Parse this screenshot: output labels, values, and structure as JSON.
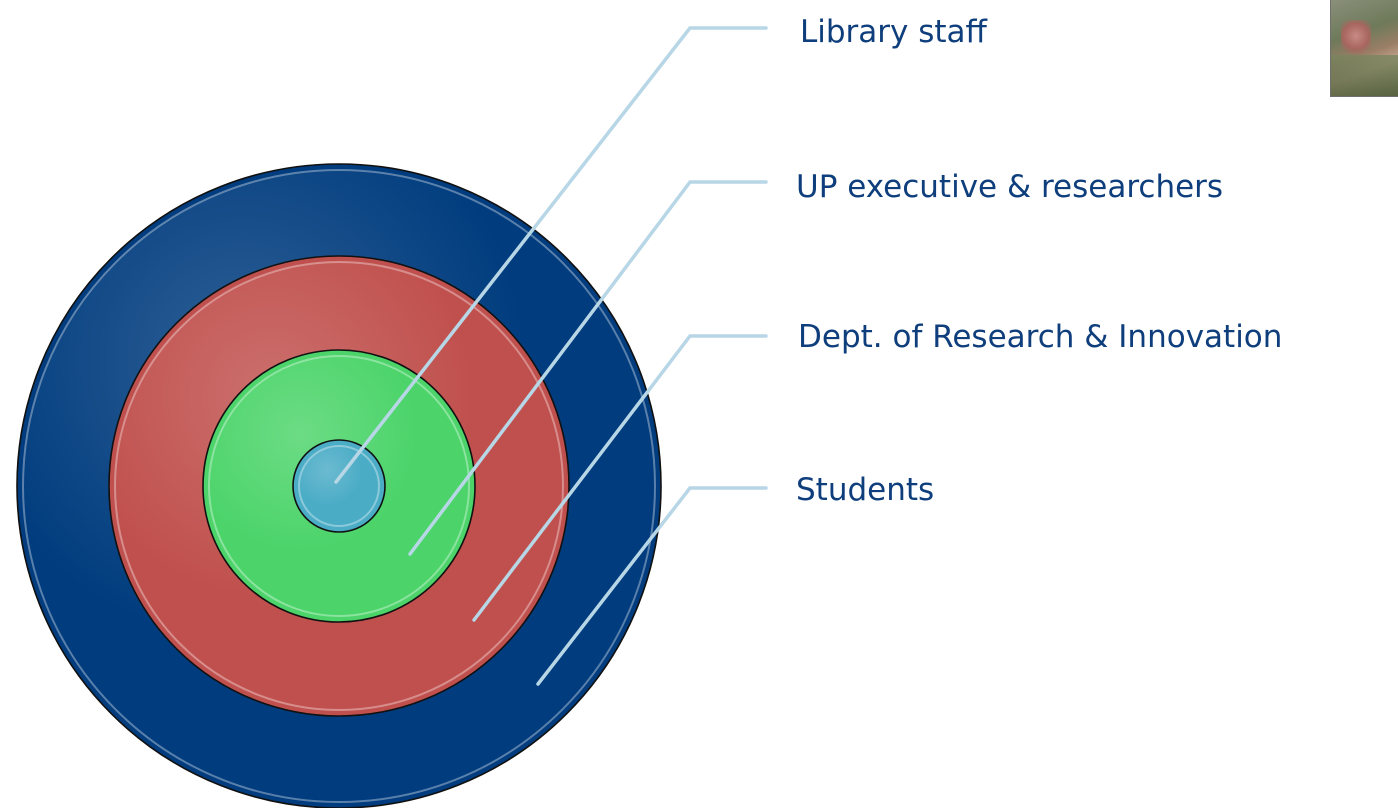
{
  "diagram": {
    "type": "target",
    "rings": [
      {
        "name": "core",
        "color": "#4bacc6"
      },
      {
        "name": "inner",
        "color": "#4cd46a"
      },
      {
        "name": "middle",
        "color": "#c0504d"
      },
      {
        "name": "outer",
        "color": "#003c7e"
      }
    ],
    "leader_color": "#b7d6e6",
    "labels": [
      {
        "text": "Library staff",
        "target": "core"
      },
      {
        "text": "UP executive & researchers",
        "target": "inner"
      },
      {
        "text": "Dept. of Research & Innovation",
        "target": "middle"
      },
      {
        "text": "Students",
        "target": "outer"
      }
    ],
    "label_color": "#0f3e7c"
  },
  "decoration": {
    "photo": "photo-thumbnail"
  }
}
